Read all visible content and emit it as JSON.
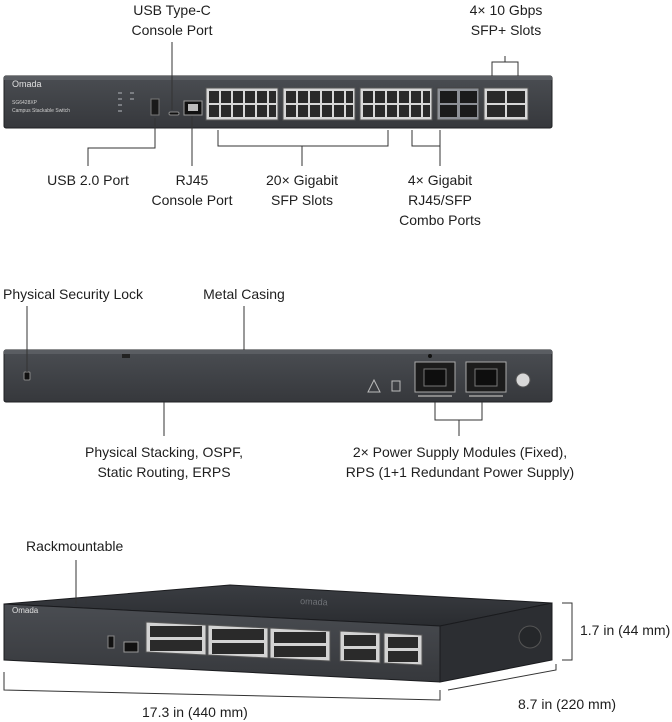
{
  "front_view": {
    "brand": "Omada",
    "model": "SG6428XP",
    "model_sub": "Campus Stackable Switch",
    "labels": {
      "usb_type_c_line1": "USB Type-C",
      "usb_type_c_line2": "Console Port",
      "sfp_plus_line1": "4× 10 Gbps",
      "sfp_plus_line2": "SFP+ Slots",
      "usb2": "USB 2.0 Port",
      "rj45_line1": "RJ45",
      "rj45_line2": "Console Port",
      "sfp20_line1": "20× Gigabit",
      "sfp20_line2": "SFP Slots",
      "combo_line1": "4× Gigabit",
      "combo_line2": "RJ45/SFP",
      "combo_line3": "Combo Ports"
    }
  },
  "rear_view": {
    "labels": {
      "security_lock": "Physical Security Lock",
      "metal_casing": "Metal Casing",
      "stacking_line1": "Physical Stacking, OSPF,",
      "stacking_line2": "Static Routing, ERPS",
      "power_line1": "2× Power Supply Modules (Fixed),",
      "power_line2": "RPS (1+1 Redundant Power Supply)"
    }
  },
  "perspective_view": {
    "labels": {
      "rackmountable": "Rackmountable",
      "height": "1.7 in (44 mm)",
      "depth": "8.7 in (220 mm)",
      "width": "17.3 in (440 mm)"
    }
  }
}
